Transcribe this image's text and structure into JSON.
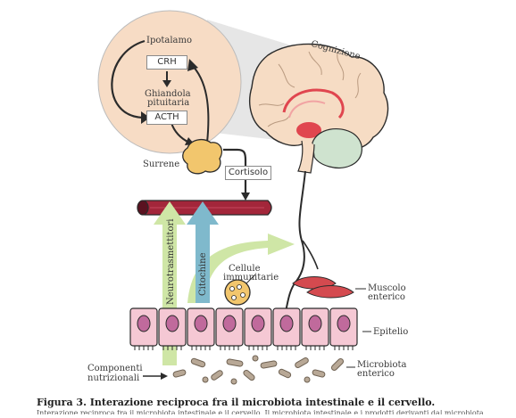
{
  "diagram": {
    "labels": {
      "ipotalamo": "Ipotalamo",
      "crh": "CRH",
      "ghiandola": "Ghiandola",
      "pituitaria": "pituitaria",
      "acth": "ACTH",
      "surrene": "Surrene",
      "cortisolo": "Cortisolo",
      "cognizione": "Cognizione",
      "neurotrasmettitori": "Neurotrasmettitori",
      "citochine": "Citochine",
      "cellule": "Cellule",
      "immunitarie": "immunitarie",
      "muscolo": "Muscolo",
      "enterico": "enterico",
      "epitelio": "Epitelio",
      "microbiota": "Microbiota",
      "microbiota_enterico": "enterico",
      "componenti": "Componenti",
      "nutrizionali": "nutrizionali"
    },
    "colors": {
      "outline": "#2b2b2b",
      "brain": "#f6dcc4",
      "brain_red": "#e0464f",
      "cerebellum": "#cfe3cf",
      "adrenal": "#f2c66d",
      "vessel": "#a3263a",
      "arrow_green": "#cfe6a6",
      "arrow_blue": "#7fb9cc",
      "cell": "#f5c8d4",
      "nucleus": "#c06a9c",
      "bacteria": "#b8a896",
      "muscle": "#d44a4f",
      "circle_bg": "#f7dcc5"
    }
  },
  "caption": {
    "title": "Figura 3. Interazione reciproca fra il microbiota intestinale e il cervello.",
    "subtitle": "Interazione reciproca fra il microbiota intestinale e il cervello. Il microbiota intestinale e i prodotti derivanti dal microbiota influenzano la funzione cerebrale"
  }
}
